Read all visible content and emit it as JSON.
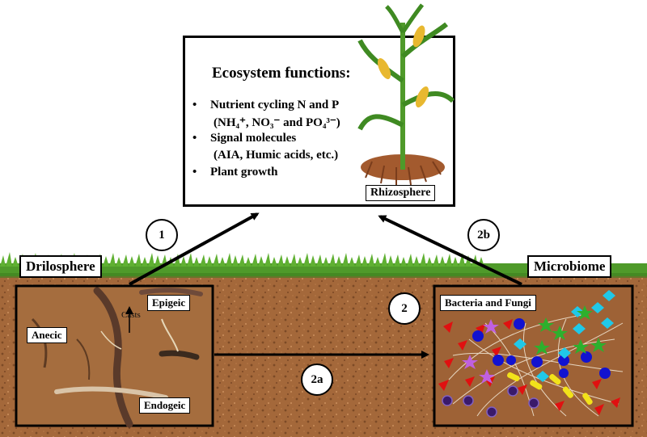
{
  "ecosystem": {
    "title": "Ecosystem functions:",
    "bullet_1": "Nutrient cycling N and P",
    "bullet_1_detail": "(NH₄⁺, NO₃⁻ and PO₄³⁻)",
    "bullet_2": "Signal molecules",
    "bullet_2_detail": "(AIA, Humic acids, etc.)",
    "bullet_3": "Plant growth",
    "bullet_symbol": "•",
    "rhizosphere_label": "Rhizosphere"
  },
  "drilosphere": {
    "title": "Drilosphere",
    "epigeic": "Epigeic",
    "anecic": "Anecic",
    "endogeic": "Endogeic",
    "casts": "Casts"
  },
  "microbiome": {
    "title": "Microbiome",
    "bacteria_fungi": "Bacteria and Fungi"
  },
  "pathways": {
    "p1": "1",
    "p2": "2",
    "p2a": "2a",
    "p2b": "2b"
  },
  "colors": {
    "soil": "#a86a3c",
    "soil_dark": "#7a4522",
    "grass": "#4f9a2a",
    "red": "#e01010",
    "blue": "#1212d0",
    "green": "#2db02d",
    "cyan": "#20c8e8",
    "yellow": "#f2e21a",
    "purple": "#3a1a6a",
    "violet": "#c060e0"
  }
}
